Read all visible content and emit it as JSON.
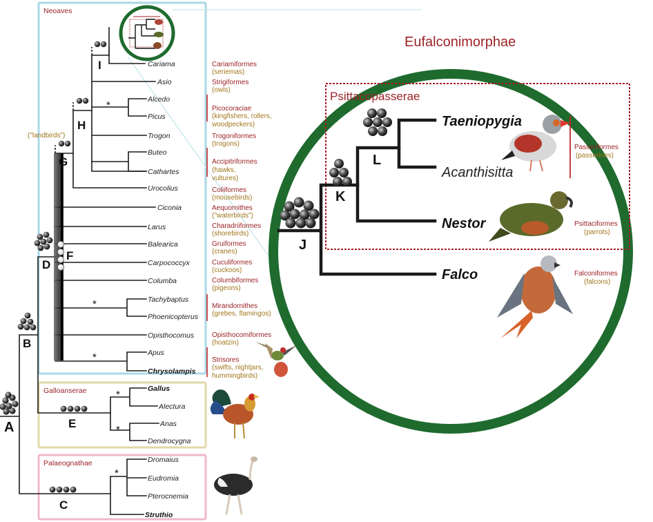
{
  "groups": {
    "neoaves": "Neoaves",
    "landbirds": "(\"landbirds\")",
    "galloanserae": "Galloanserae",
    "palaeognathae": "Palaeognathae"
  },
  "nodes": [
    "A",
    "B",
    "C",
    "D",
    "E",
    "F",
    "G",
    "H",
    "I",
    "J",
    "K",
    "L"
  ],
  "taxa": {
    "cariama": "Cariama",
    "asio": "Asio",
    "alcedo": "Alcedo",
    "picus": "Picus",
    "trogon": "Trogon",
    "buteo": "Buteo",
    "cathartes": "Cathartes",
    "urocolius": "Urocolius",
    "ciconia": "Ciconia",
    "larus": "Larus",
    "balearica": "Balearica",
    "carpococcyx": "Carpococcyx",
    "columba": "Columba",
    "tachybaptus": "Tachybaptus",
    "phoenicopterus": "Phoenicopterus",
    "opisthocomus": "Opisthocomus",
    "apus": "Apus",
    "chrysolampis": "Chrysolampis",
    "gallus": "Gallus",
    "alectura": "Alectura",
    "anas": "Anas",
    "dendrocygna": "Dendrocygna",
    "dromaius": "Dromaius",
    "eudromia": "Eudromia",
    "pterocnemia": "Pterocnemia",
    "struthio": "Struthio"
  },
  "orders": {
    "cariamiformes": {
      "name": "Cariamiformes",
      "common": "(seriemas)"
    },
    "strigiformes": {
      "name": "Strigiformes",
      "common": "(owls)"
    },
    "picocoraciae": {
      "name": "Picocoraciae",
      "common1": "(kingfishers, rollers,",
      "common2": "woodpeckers)"
    },
    "trogoniformes": {
      "name": "Trogoniformes",
      "common": "(trogons)"
    },
    "accipitriformes": {
      "name": "Accipitriformes",
      "common1": "(hawks,",
      "common2": "vultures)"
    },
    "coliiformes": {
      "name": "Coliiformes",
      "common": "(mousebirds)"
    },
    "aequornithes": {
      "name": "Aequornithes",
      "common": "(\"waterbirds\")"
    },
    "charadriiformes": {
      "name": "Charadriiformes",
      "common": "(shorebirds)"
    },
    "gruiformes": {
      "name": "Gruiformes",
      "common": "(cranes)"
    },
    "cuculiformes": {
      "name": "Cuculiformes",
      "common": "(cuckoos)"
    },
    "columbiformes": {
      "name": "Columbiformes",
      "common": "(pigeons)"
    },
    "mirandornithes": {
      "name": "Mirandornithes",
      "common": "(grebes, flamingos)"
    },
    "opisthocomiformes": {
      "name": "Opisthocomiformes",
      "common": "(hoatzin)"
    },
    "strisores": {
      "name": "Strisores",
      "common1": "(swifts, nightjars,",
      "common2": "hummingbirds)"
    }
  },
  "zoom": {
    "title": "Eufalconimorphae",
    "subtitle": "Psittacopasserae",
    "taxa": {
      "taeniopygia": "Taeniopygia",
      "acanthisitta": "Acanthisitta",
      "nestor": "Nestor",
      "falco": "Falco"
    },
    "orders": {
      "passeriformes": {
        "name": "Passeriformes",
        "common": "(passerines)"
      },
      "psittaciformes": {
        "name": "Psittaciformes",
        "common": "(parrots)"
      },
      "falconiformes": {
        "name": "Falconiformes",
        "common": "(falcons)"
      }
    }
  },
  "star": "*",
  "colors": {
    "neoaves_box": "#a9d8e6",
    "galloanserae_box": "#e2d8a8",
    "palaeognathae_box": "#efb8cc",
    "zoom_circle": "#1f6b2e",
    "psittacopasserae_box": "#a51c24",
    "order_name": "#9b2226",
    "common_name": "#a0761c"
  }
}
